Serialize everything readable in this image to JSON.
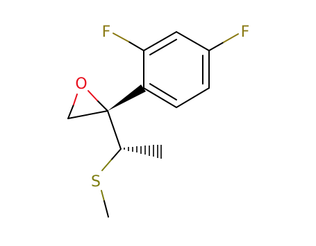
{
  "molecule": {
    "atoms": [
      {
        "id": "F1",
        "symbol": "F"
      },
      {
        "id": "F2",
        "symbol": "F"
      },
      {
        "id": "O1",
        "symbol": "O"
      },
      {
        "id": "S1",
        "symbol": "S"
      }
    ],
    "colors": {
      "bond": "#000000",
      "fluorine": "#8a7a14",
      "oxygen": "#e8101e",
      "sulfur": "#7d7d10"
    }
  }
}
